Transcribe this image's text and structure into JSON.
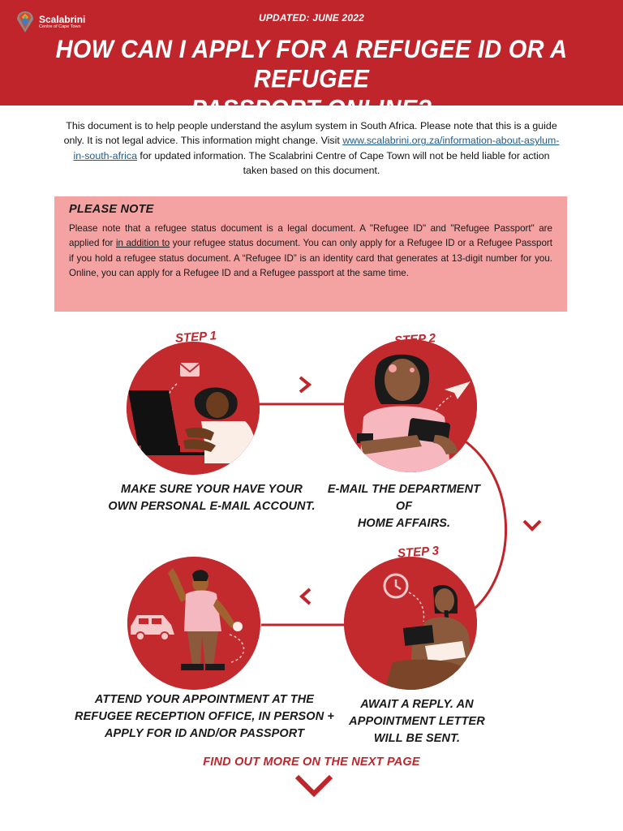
{
  "header": {
    "logo_name": "Scalabrini",
    "logo_subtitle": "Centre of Cape Town",
    "updated": "UPDATED: JUNE 2022",
    "title_line1": "HOW CAN I APPLY FOR A REFUGEE ID OR A REFUGEE",
    "title_line2": "PASSPORT ONLINE?"
  },
  "intro": {
    "text_before_link": "This document is to help people understand the asylum system in South Africa. Please note that this is a guide only. It is not legal advice. This information might change.  Visit ",
    "link": "www.scalabrini.org.za/information-about-asylum-in-south-africa",
    "text_after_link": " for updated information. The Scalabrini Centre of Cape Town will not be held liable for action taken based on this document."
  },
  "note": {
    "title": "PLEASE NOTE",
    "body_part1": "Please note that a refugee status document is a legal document. A \"Refugee ID\" and \"Refugee Passport\" are applied for ",
    "body_underlined": "in addition to",
    "body_part2": " your refugee status document. You can only apply for a Refugee ID or a Refugee Passport if you hold a refugee status document. A “Refugee ID” is an identity card that generates at 13-digit number for you. Online, you can apply for a Refugee ID and a Refugee passport at the same time."
  },
  "steps": [
    {
      "label": "STEP 1",
      "caption_line1": "MAKE SURE YOUR HAVE YOUR",
      "caption_line2": "OWN PERSONAL E-MAIL ACCOUNT."
    },
    {
      "label": "STEP 2",
      "caption_line1": "E-MAIL THE DEPARTMENT OF",
      "caption_line2": "HOME AFFAIRS."
    },
    {
      "label": "STEP 3",
      "caption_line1": "AWAIT A REPLY. AN",
      "caption_line2": "APPOINTMENT LETTER",
      "caption_line3": "WILL BE SENT."
    },
    {
      "caption_line1": "ATTEND YOUR APPOINTMENT AT THE",
      "caption_line2": "REFUGEE RECEPTION OFFICE, IN PERSON +",
      "caption_line3": "APPLY FOR ID AND/OR PASSPORT"
    }
  ],
  "footer": {
    "text": "FIND OUT MORE ON THE NEXT PAGE"
  },
  "colors": {
    "brand_red": "#c0252b",
    "note_pink": "#f4a2a2",
    "link_blue": "#1f5a8c"
  }
}
